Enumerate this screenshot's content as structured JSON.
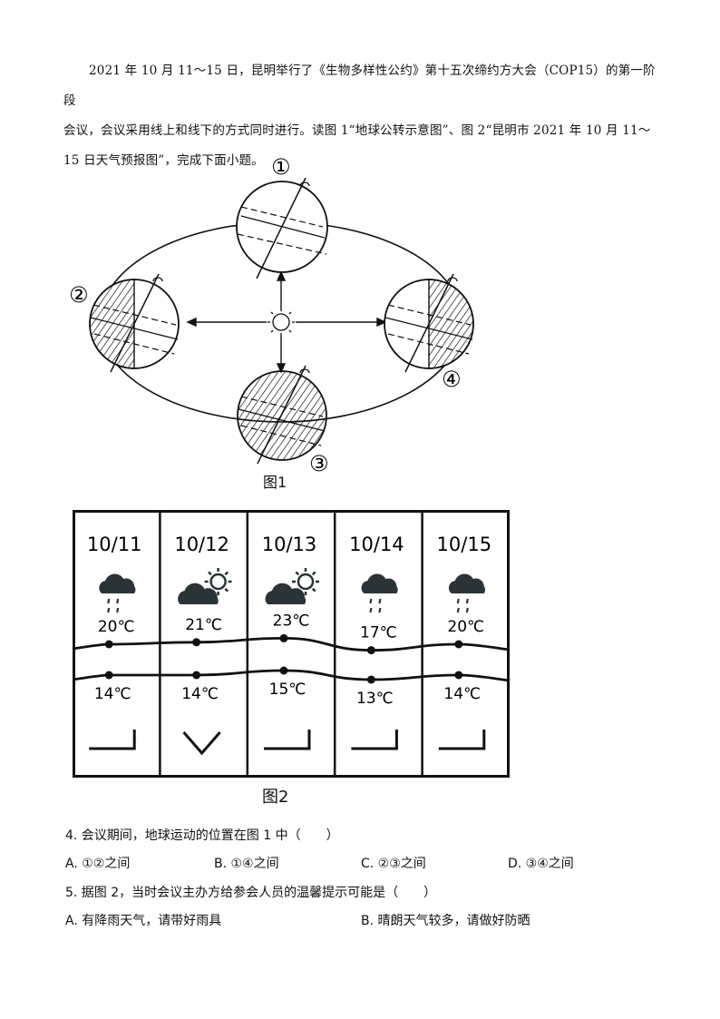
{
  "intro": {
    "line1": "2021 年 10 月 11～15 日，昆明举行了《生物多样性公约》第十五次缔约方大会（COP15）的第一阶段",
    "line2": "会议，会议采用线上和线下的方式同时进行。读图 1“地球公转示意图”、图 2“昆明市 2021 年 10 月 11～",
    "line3": "15 日天气预报图”，完成下面小题。"
  },
  "figure1": {
    "caption": "图1",
    "labels": [
      "①",
      "②",
      "③",
      "④"
    ]
  },
  "figure2": {
    "caption": "图2",
    "days": [
      {
        "date": "10/11",
        "weather_icon": "rain-cloud-icon",
        "high": "20℃",
        "low": "14℃",
        "wind_symbol": "calm-bracket"
      },
      {
        "date": "10/12",
        "weather_icon": "sun-cloud-icon",
        "high": "21℃",
        "low": "14℃",
        "wind_symbol": "v-shape"
      },
      {
        "date": "10/13",
        "weather_icon": "sun-cloud-icon",
        "high": "23℃",
        "low": "15℃",
        "wind_symbol": "calm-bracket"
      },
      {
        "date": "10/14",
        "weather_icon": "rain-cloud-icon",
        "high": "17℃",
        "low": "13℃",
        "wind_symbol": "calm-bracket"
      },
      {
        "date": "10/15",
        "weather_icon": "rain-cloud-icon",
        "high": "20℃",
        "low": "14℃",
        "wind_symbol": "calm-bracket"
      }
    ]
  },
  "questions": {
    "q4": {
      "stem": "4. 会议期间，地球运动的位置在图 1 中（　　）",
      "options": [
        "A. ①②之间",
        "B. ①④之间",
        "C. ②③之间",
        "D. ③④之间"
      ]
    },
    "q5": {
      "stem": "5. 据图 2，当时会议主办方给参会人员的温馨提示可能是（　　）",
      "options": [
        "A.  有降雨天气，请带好雨具",
        "B.  晴朗天气较多，请做好防晒"
      ]
    }
  }
}
